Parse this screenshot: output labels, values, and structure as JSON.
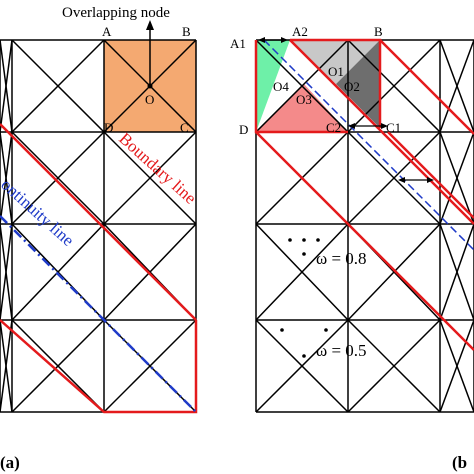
{
  "panel_a": {
    "title": "Overlapping node",
    "label": "(a)",
    "nodes": {
      "A": "A",
      "B": "B",
      "C": "C",
      "D": "D",
      "O": "O"
    },
    "boundary_line": "Boundary line",
    "continuity_line": "ontinuity line"
  },
  "panel_b": {
    "label": "(b",
    "nodes": {
      "A1": "A1",
      "A2": "A2",
      "B": "B",
      "C1": "C1",
      "C2": "C2",
      "D": "D",
      "O1": "O1",
      "O2": "O2",
      "O3": "O3",
      "O4": "O4"
    },
    "omega_1": "ω = 0.8",
    "omega_2": "ω = 0.5"
  },
  "colors": {
    "grid": "#000000",
    "boundary": "#e41a1c",
    "continuity": "#1f3bc8",
    "square_fill": "#f4a971",
    "green_fill": "#6ef0a8",
    "light_gray_fill": "#c8c8c8",
    "dark_gray_fill": "#6e6e6e",
    "pink_fill": "#f48a8a"
  }
}
